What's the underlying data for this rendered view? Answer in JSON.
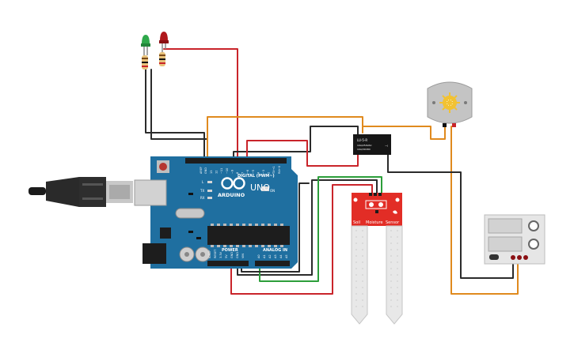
{
  "arduino": {
    "brand": "ARDUINO",
    "model": "UNO",
    "digital_label": "DIGITAL (PWM~)",
    "analog_label": "ANALOG IN",
    "power_label": "POWER",
    "on_label": "ON",
    "l_label": "L",
    "tx_label": "TX",
    "rx_label": "RX",
    "aref_label": "AREF",
    "gnd_label": "GND",
    "digital_pins": [
      "13",
      "12",
      "~11",
      "~10",
      "~9",
      "8",
      "7",
      "~6",
      "~5",
      "4",
      "~3",
      "2",
      "TX→1",
      "RX←0"
    ],
    "analog_pins": [
      "A0",
      "A1",
      "A2",
      "A3",
      "A4",
      "A5"
    ],
    "power_pins": [
      "IOREF",
      "RESET",
      "3.3V",
      "5V",
      "GND",
      "GND",
      "VIN"
    ]
  },
  "relay": {
    "model": "LU-5-R",
    "line1": "10A/250VAC",
    "line2": "10A/30VDC"
  },
  "soil_sensor": {
    "label_left": "Soil",
    "label_mid": "Moisture",
    "label_right": "Sensor"
  },
  "colors": {
    "board": "#1f6fa0",
    "wire_red": "#c9242a",
    "wire_black": "#2b2b2b",
    "wire_orange": "#e08a1e",
    "wire_green": "#2c9e3a",
    "led_green": "#2ea84a",
    "led_red": "#b0181c",
    "sensor_red": "#e22d26"
  },
  "icons": [
    "usb-cable-icon",
    "dc-motor-icon",
    "power-supply-icon"
  ]
}
